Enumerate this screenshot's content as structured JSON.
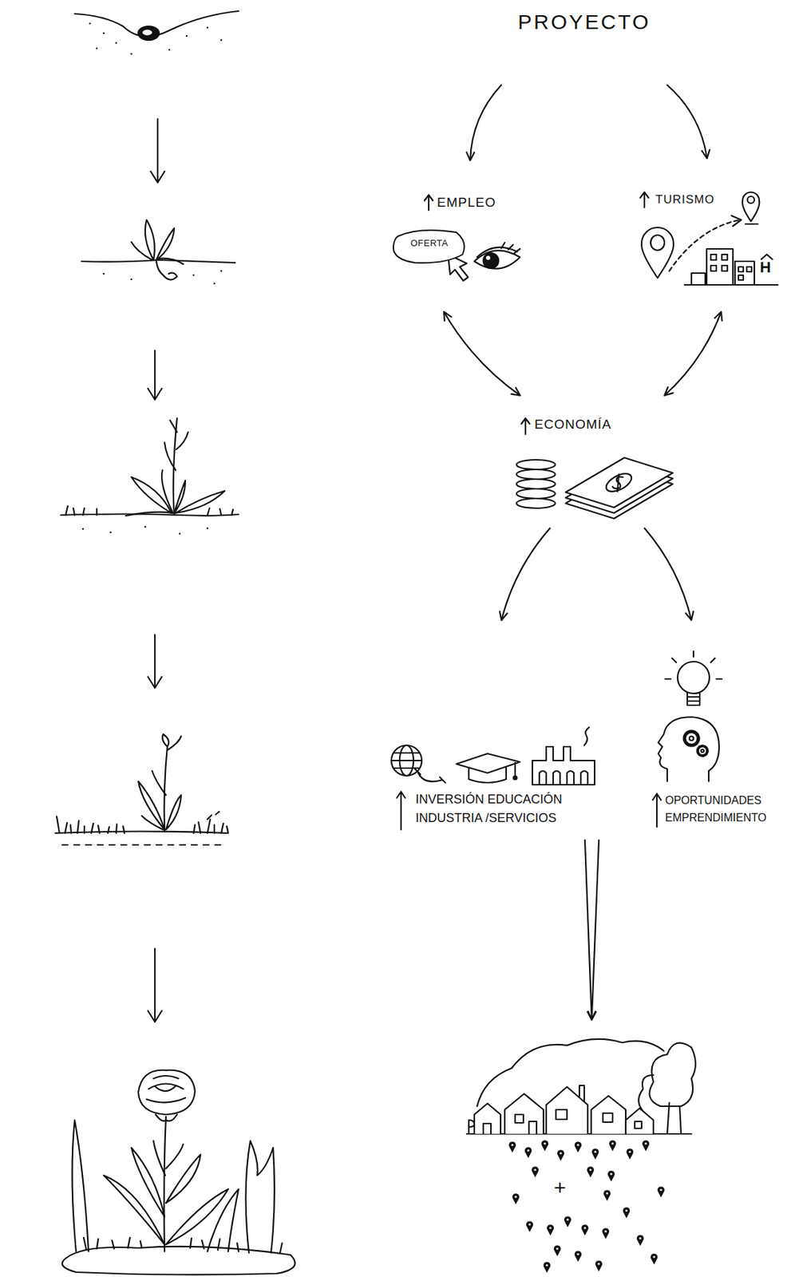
{
  "diagram": {
    "nodes": [
      {
        "text": [
          "PROYECTO"
        ]
      },
      {
        "text": [
          "EMPLEO"
        ]
      },
      {
        "text": [
          "OFERTA"
        ],
        "in": 1
      },
      {
        "text": [
          "TURISMO"
        ]
      },
      {
        "text": [
          "ECONOMÍA"
        ]
      },
      {
        "text": [
          "INVERSIÓN EDUCACIÓN INDUSTRIA /SERVICIOS"
        ]
      },
      {
        "text": [
          "OPORTUNIDADES EMPRENDIMIENTO"
        ]
      },
      {
        "text": [
          "+"
        ]
      }
    ],
    "edges": [
      {
        "from": 0,
        "to": 1,
        "arrow": "to"
      },
      {
        "from": 0,
        "to": 3,
        "arrow": "to"
      },
      {
        "from": 1,
        "to": 4,
        "arrow": "both"
      },
      {
        "from": 3,
        "to": 4,
        "arrow": "both"
      },
      {
        "from": 4,
        "to": 5,
        "arrow": "to"
      },
      {
        "from": 4,
        "to": 6,
        "arrow": "to"
      },
      {
        "from": 5,
        "to": 7,
        "arrow": "to"
      },
      {
        "from": 6,
        "to": 7,
        "arrow": "to"
      }
    ],
    "labels": [
      "H"
    ]
  }
}
